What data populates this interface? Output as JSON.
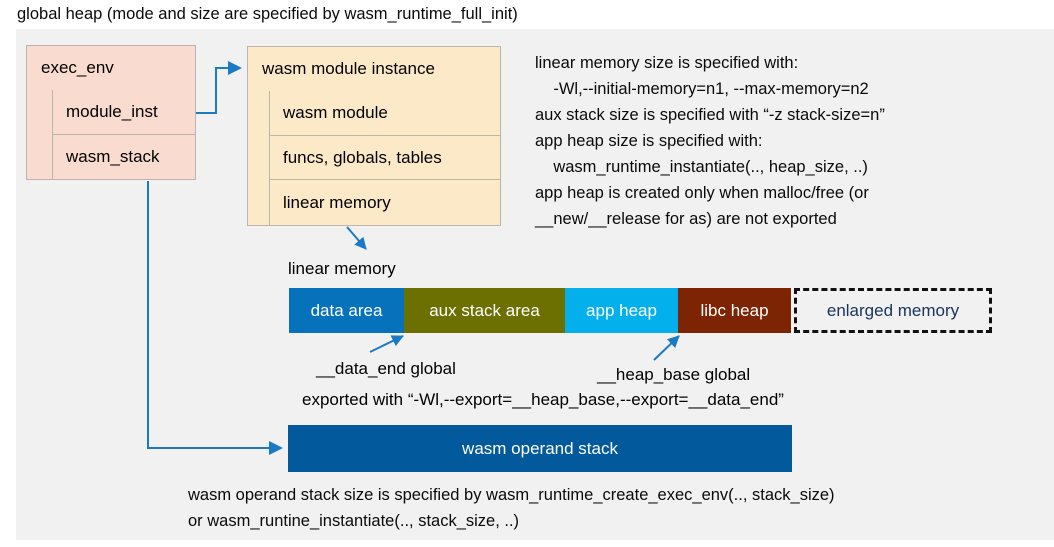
{
  "title": "global heap (mode and size are specified by wasm_runtime_full_init)",
  "exec_env": {
    "header": "exec_env",
    "rows": [
      "module_inst",
      "wasm_stack"
    ]
  },
  "wasm_module_instance": {
    "header": "wasm module instance",
    "rows": [
      "wasm module",
      "funcs, globals, tables",
      "linear memory"
    ]
  },
  "note": "linear memory size is specified with:\n    -Wl,--initial-memory=n1, --max-memory=n2\naux stack size is specified with “-z stack-size=n”\napp heap size is specified with:\n    wasm_runtime_instantiate(.., heap_size, ..)\napp heap is created only when malloc/free (or\n__new/__release for as) are not exported",
  "linear_memory": {
    "label": "linear memory",
    "segments": [
      {
        "label": "data area",
        "color": "#0672bb"
      },
      {
        "label": "aux stack area",
        "color": "#6b7000"
      },
      {
        "label": "app heap",
        "color": "#03b0ec"
      },
      {
        "label": "libc heap",
        "color": "#7d2405"
      },
      {
        "label": "enlarged memory",
        "color": "#f1f1f1"
      }
    ]
  },
  "annotations": {
    "data_end": "__data_end global",
    "heap_base": "__heap_base global",
    "exported": "exported with “-Wl,--export=__heap_base,--export=__data_end”"
  },
  "operand_stack": {
    "label": "wasm operand stack",
    "color": "#02599c"
  },
  "bottom_note": "wasm operand stack size is specified by wasm_runtime_create_exec_env(.., stack_size)\nor wasm_runtine_instantiate(.., stack_size, ..)",
  "colors": {
    "panel_bg": "#f1f1f1",
    "exec_env_fill": "#fadbcf",
    "module_inst_fill": "#fce9c8",
    "connector": "#1b7ac4",
    "enlarged_text": "#17335f"
  }
}
